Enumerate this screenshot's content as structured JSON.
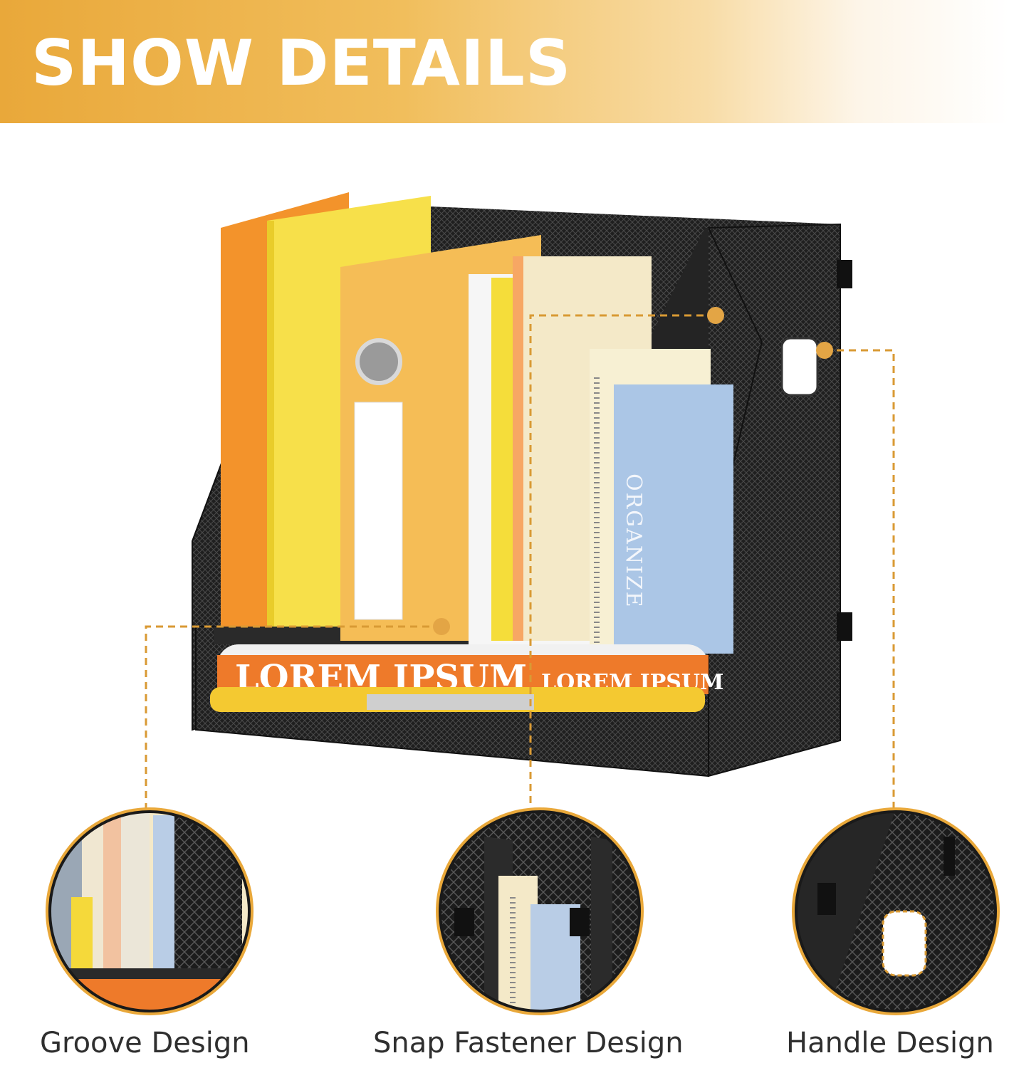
{
  "banner": {
    "title": "SHOW DETAILS"
  },
  "product": {
    "spine_text_1": "ORGANIZE",
    "spine_text_2": "LOREM IPSUM",
    "spine_text_3": "LOREM IPSUM"
  },
  "details": [
    {
      "label": "Groove Design"
    },
    {
      "label": "Snap Fastener Design"
    },
    {
      "label": "Handle Design"
    }
  ],
  "colors": {
    "accent": "#e9a83a",
    "callout_line": "#d99a34",
    "rack": "#1e1e1e",
    "caption_text": "#2f2f2f"
  }
}
